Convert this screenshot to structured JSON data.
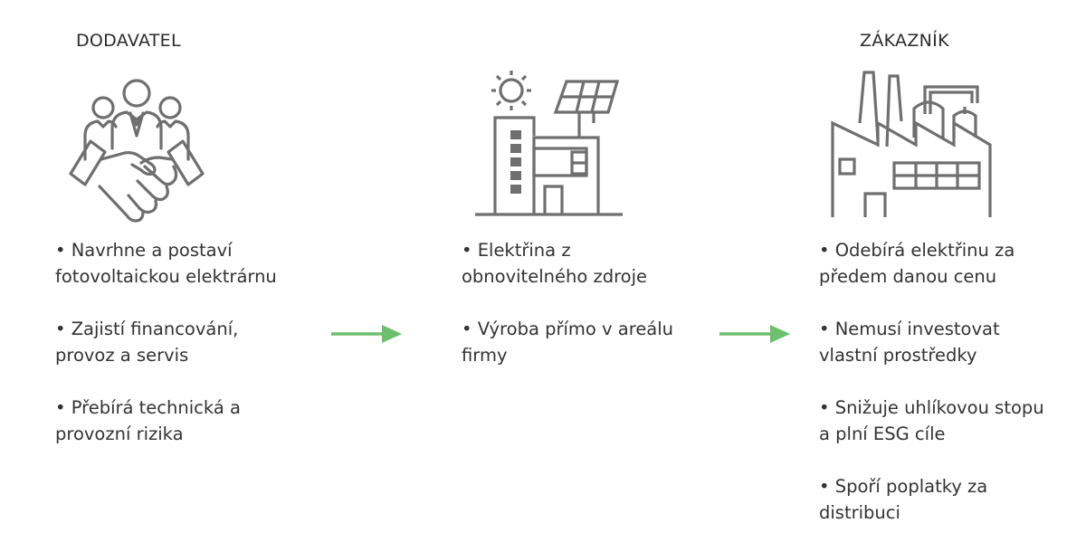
{
  "columns": [
    {
      "title": "DODAVATEL",
      "icon": "handshake-icon",
      "bullets": [
        [
          "• Navrhne a postaví",
          "fotovoltaickou elektrárnu"
        ],
        [
          "• Zajistí financování,",
          "provoz a servis"
        ],
        [
          "• Přebírá technická a",
          "provozní rizika"
        ]
      ]
    },
    {
      "title": "",
      "icon": "solar-building-icon",
      "bullets": [
        [
          "• Elektřina z",
          "obnovitelného zdroje"
        ],
        [
          "• Výroba přímo v areálu",
          "firmy"
        ]
      ]
    },
    {
      "title": "ZÁKAZNÍK",
      "icon": "factory-icon",
      "bullets": [
        [
          "• Odebírá elektřinu za",
          "předem danou cenu"
        ],
        [
          "• Nemusí investovat",
          "vlastní prostředky"
        ],
        [
          "• Snižuje uhlíkovou stopu",
          "a plní ESG cíle"
        ],
        [
          "• Spoří poplatky za",
          "distribuci"
        ]
      ]
    }
  ],
  "colors": {
    "icon_stroke": "#6f6f6f",
    "arrow": "#6cbf6c",
    "text": "#333333"
  }
}
